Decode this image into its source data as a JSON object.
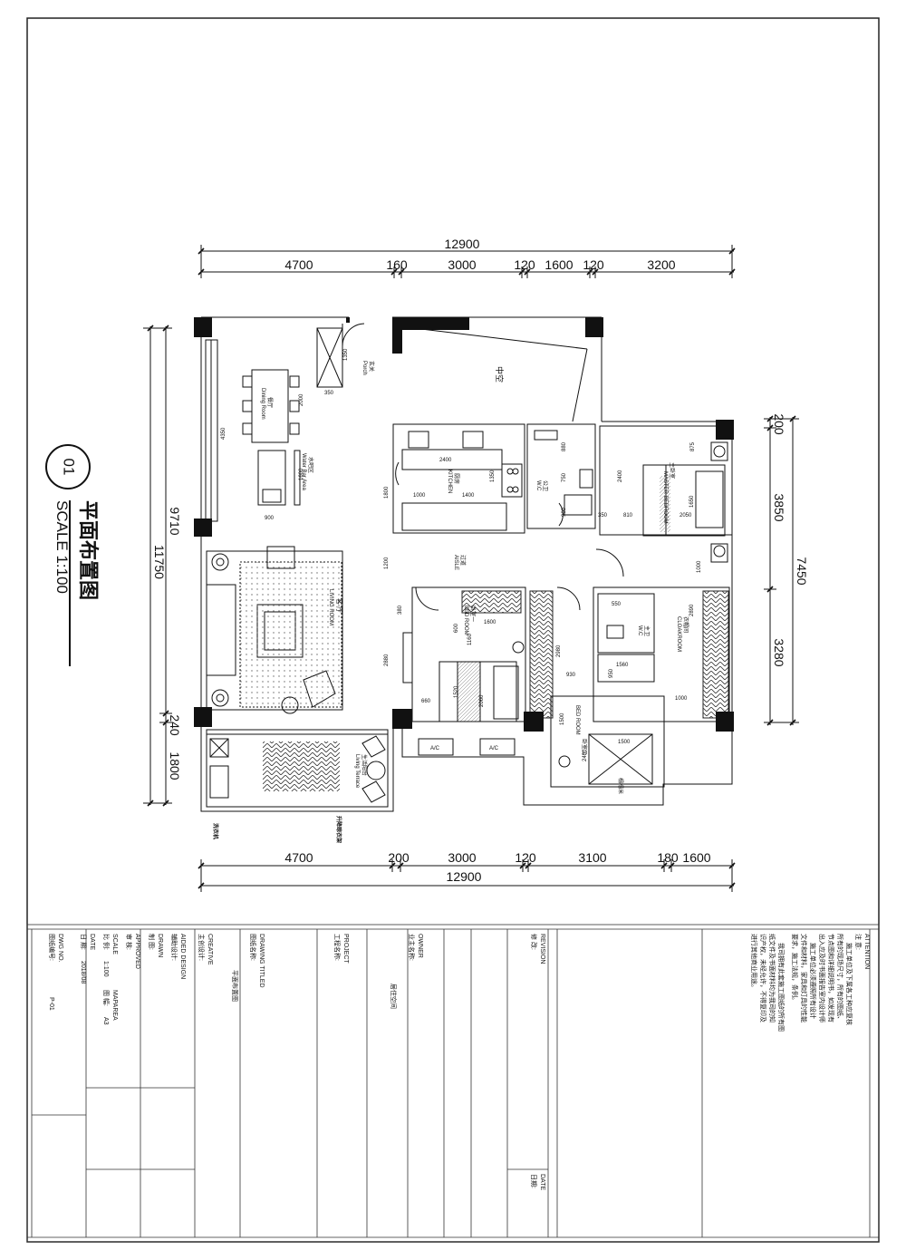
{
  "drawing": {
    "number_badge": "01",
    "title_cn": "平面布置图",
    "scale_label": "SCALE 1:100"
  },
  "dimensions": {
    "top_total": "12900",
    "top_segments": [
      "4700",
      "160",
      "3000",
      "120",
      "1600",
      "120",
      "3200"
    ],
    "bottom_total": "12900",
    "bottom_segments": [
      "4700",
      "200",
      "3000",
      "120",
      "3100",
      "180",
      "1600"
    ],
    "left_total": "11750",
    "left_segments": [
      "9710",
      "240",
      "1800"
    ],
    "right_total": "7450",
    "right_segments": [
      "200",
      "3850",
      "3280"
    ],
    "interior": [
      "1350",
      "350",
      "4350",
      "2000",
      "1600",
      "900",
      "2400",
      "1350",
      "1800",
      "1000",
      "1400",
      "880",
      "750",
      "900",
      "875",
      "2400",
      "1650",
      "2050",
      "810",
      "350",
      "1200",
      "1000",
      "380",
      "1600",
      "600",
      "1160",
      "2880",
      "660",
      "1520",
      "2060",
      "550",
      "1560",
      "930",
      "950",
      "2890",
      "1000",
      "2980",
      "1500",
      "2480",
      "1500"
    ]
  },
  "rooms": {
    "porch": "玄关",
    "porch_en": "Porch",
    "void": "中空",
    "dining": "餐厅",
    "dining_en": "Dining Room",
    "water_bar": "水吧区",
    "water_bar_en": "Water Bar Area",
    "kitchen": "厨房",
    "kitchen_en": "KITCHEN",
    "public_wc": "公卫",
    "public_wc_en": "W.C",
    "master_bedroom": "主卧室",
    "master_bedroom_en": "MASTER BEDROOM",
    "aisle": "过道",
    "aisle_en": "AISLE",
    "living": "客 厅",
    "living_en": "LIVING ROOM",
    "bedroom1": "卧室一",
    "bedroom1_en": "BED ROOM",
    "master_wc": "主卫",
    "master_wc_en": "W.C",
    "cloakroom": "衣帽间",
    "cloakroom_en": "CLOAKROOM",
    "bedroom2": "卧室二",
    "bedroom2_en": "BED ROOM",
    "terrace": "生活阳台",
    "terrace_en": "Living Terrace",
    "ac1": "A/C",
    "ac2": "A/C",
    "study_note": "榻榻米"
  },
  "annotations": {
    "washer": "洗衣机",
    "drying_rack": "升降晾衣架"
  },
  "title_block": {
    "attention_label": "ATTENTION",
    "attention_cn": "注 意:",
    "notes": [
      "施工单位及下属各工种应复核",
      "所有的现场尺寸，所有的图纸、",
      "节点图和详细说明书，如发现有",
      "出入应及时书面报告室内设计师",
      "施工单位必须遵照所有设计",
      "文件和材料，家具和灯具的性能",
      "要求，施工法规，条例。",
      "我司拥有此套施工图纸的所有图",
      "纸文件及书面材料均为我司的知",
      "识产权，未经允许，不得复印及",
      "进行其他商业用途。"
    ],
    "revision_label": "REVISION",
    "revision_cn": "修 改:",
    "date_label": "DATE",
    "date_cn": "日期:",
    "owner_label": "OWNER",
    "owner_cn": "业主名称:",
    "owner_value": "居住空间",
    "project_label": "PROJECT",
    "project_cn": "工程名称:",
    "drawing_title_label": "DRAWING TITLED",
    "drawing_title_cn": "图纸名称:",
    "drawing_title_value": "平面布置图",
    "creative_label": "CREATIVE",
    "creative_cn": "主创设计:",
    "aided_label": "AIDED DESIGN",
    "aided_cn": "辅助设计:",
    "drawn_label": "DRAWN",
    "drawn_cn": "制 图:",
    "approved_label": "APPROVED",
    "approved_cn": "审 核:",
    "scale_label": "SCALE",
    "scale_cn": "比 例:",
    "scale_value": "1:100",
    "mapsize_label": "MAPAREA",
    "mapsize_cn": "图 幅:",
    "mapsize_value": "A3",
    "date2_label": "DATE",
    "date2_cn": "日 期:",
    "date2_value": "2018/08",
    "dwg_label": "DWG NO.",
    "dwg_cn": "图纸编号:",
    "dwg_value": "P-01"
  }
}
